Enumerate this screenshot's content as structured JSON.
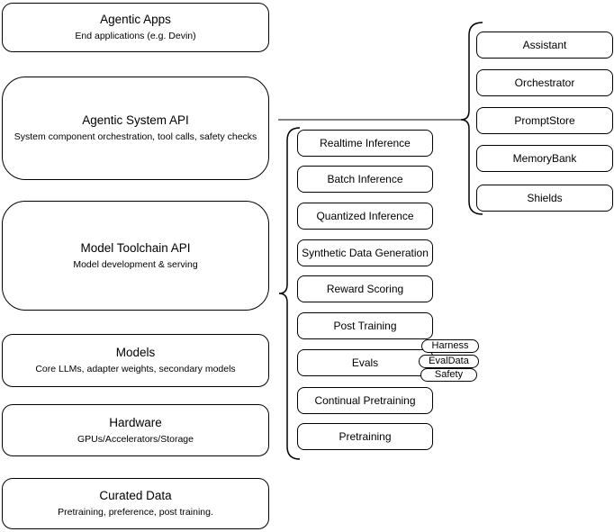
{
  "diagram": {
    "left_column": {
      "boxes": [
        {
          "title": "Agentic Apps",
          "subtitle": "End applications (e.g. Devin)"
        },
        {
          "title": "Agentic System API",
          "subtitle": "System component orchestration, tool calls, safety checks"
        },
        {
          "title": "Model Toolchain API",
          "subtitle": "Model development & serving"
        },
        {
          "title": "Models",
          "subtitle": "Core LLMs, adapter weights, secondary models"
        },
        {
          "title": "Hardware",
          "subtitle": "GPUs/Accelerators/Storage"
        },
        {
          "title": "Curated Data",
          "subtitle": "Pretraining, preference, post training."
        }
      ]
    },
    "middle_column": {
      "boxes": [
        "Realtime Inference",
        "Batch Inference",
        "Quantized Inference",
        "Synthetic Data Generation",
        "Reward Scoring",
        "Post Training",
        "Evals",
        "Continual Pretraining",
        "Pretraining"
      ],
      "eval_tags": [
        "Harness",
        "EvalData",
        "Safety"
      ]
    },
    "right_column": {
      "boxes": [
        "Assistant",
        "Orchestrator",
        "PromptStore",
        "MemoryBank",
        "Shields"
      ]
    },
    "colors": {
      "stroke": "#000000",
      "connector_line": "#808080",
      "node_fill": "#ffffff",
      "background": "#ffffff"
    }
  }
}
